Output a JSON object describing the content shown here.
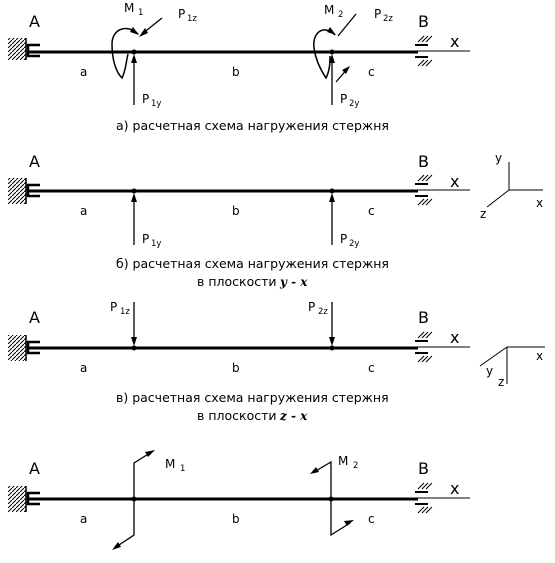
{
  "labels": {
    "A": "A",
    "B": "B",
    "x": "x",
    "y": "y",
    "z": "z",
    "a": "a",
    "b": "b",
    "c": "c",
    "P": "P",
    "M": "M",
    "sub_1z": "1z",
    "sub_2z": "2z",
    "sub_1y": "1y",
    "sub_2y": "2y",
    "sub_1": "1",
    "sub_2": "2"
  },
  "captions": {
    "a": "а)  расчетная схема нагружения стержня",
    "b_line1": "б)  расчетная схема нагружения стержня",
    "b_line2_prefix": "в плоскости",
    "b_line2_plane": "y - x",
    "v_line1": "в)  расчетная схема нагружения стержня",
    "v_line2_prefix": "в плоскости",
    "v_line2_plane": "z - x"
  }
}
